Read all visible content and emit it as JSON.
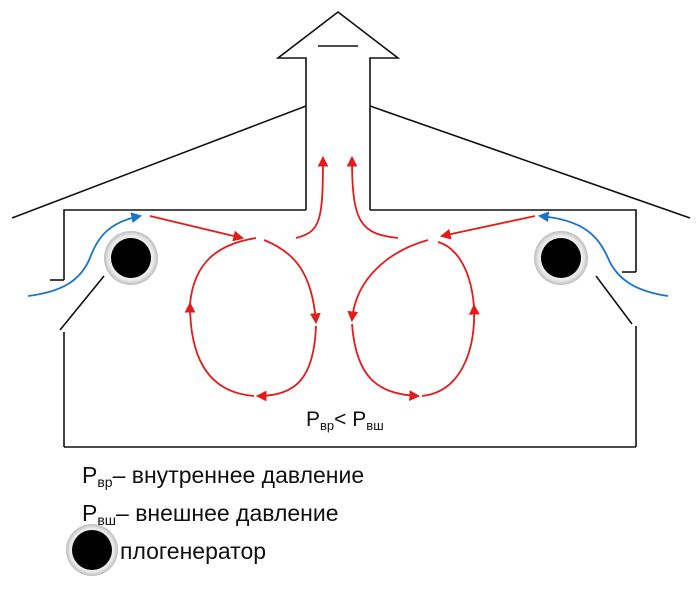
{
  "colors": {
    "outline": "#111111",
    "flow_inner": "#e21b1b",
    "flow_outer": "#1b74c8",
    "heater": "#000000"
  },
  "icons": {
    "heater": "black-circle-heater-icon",
    "exhaust": "up-arrow-chimney-icon"
  },
  "diagram": {
    "pressure_relation": {
      "left_symbol": "P",
      "left_sub": "вр",
      "operator": "<",
      "right_symbol": "P",
      "right_sub": "вш"
    }
  },
  "legend": {
    "internal": {
      "symbol": "P",
      "sub": "вр",
      "text": "– внутреннее давление"
    },
    "external": {
      "symbol": "P",
      "sub": "вш",
      "text": "– внешнее давление"
    },
    "heater": {
      "text": "плогенератор"
    }
  }
}
